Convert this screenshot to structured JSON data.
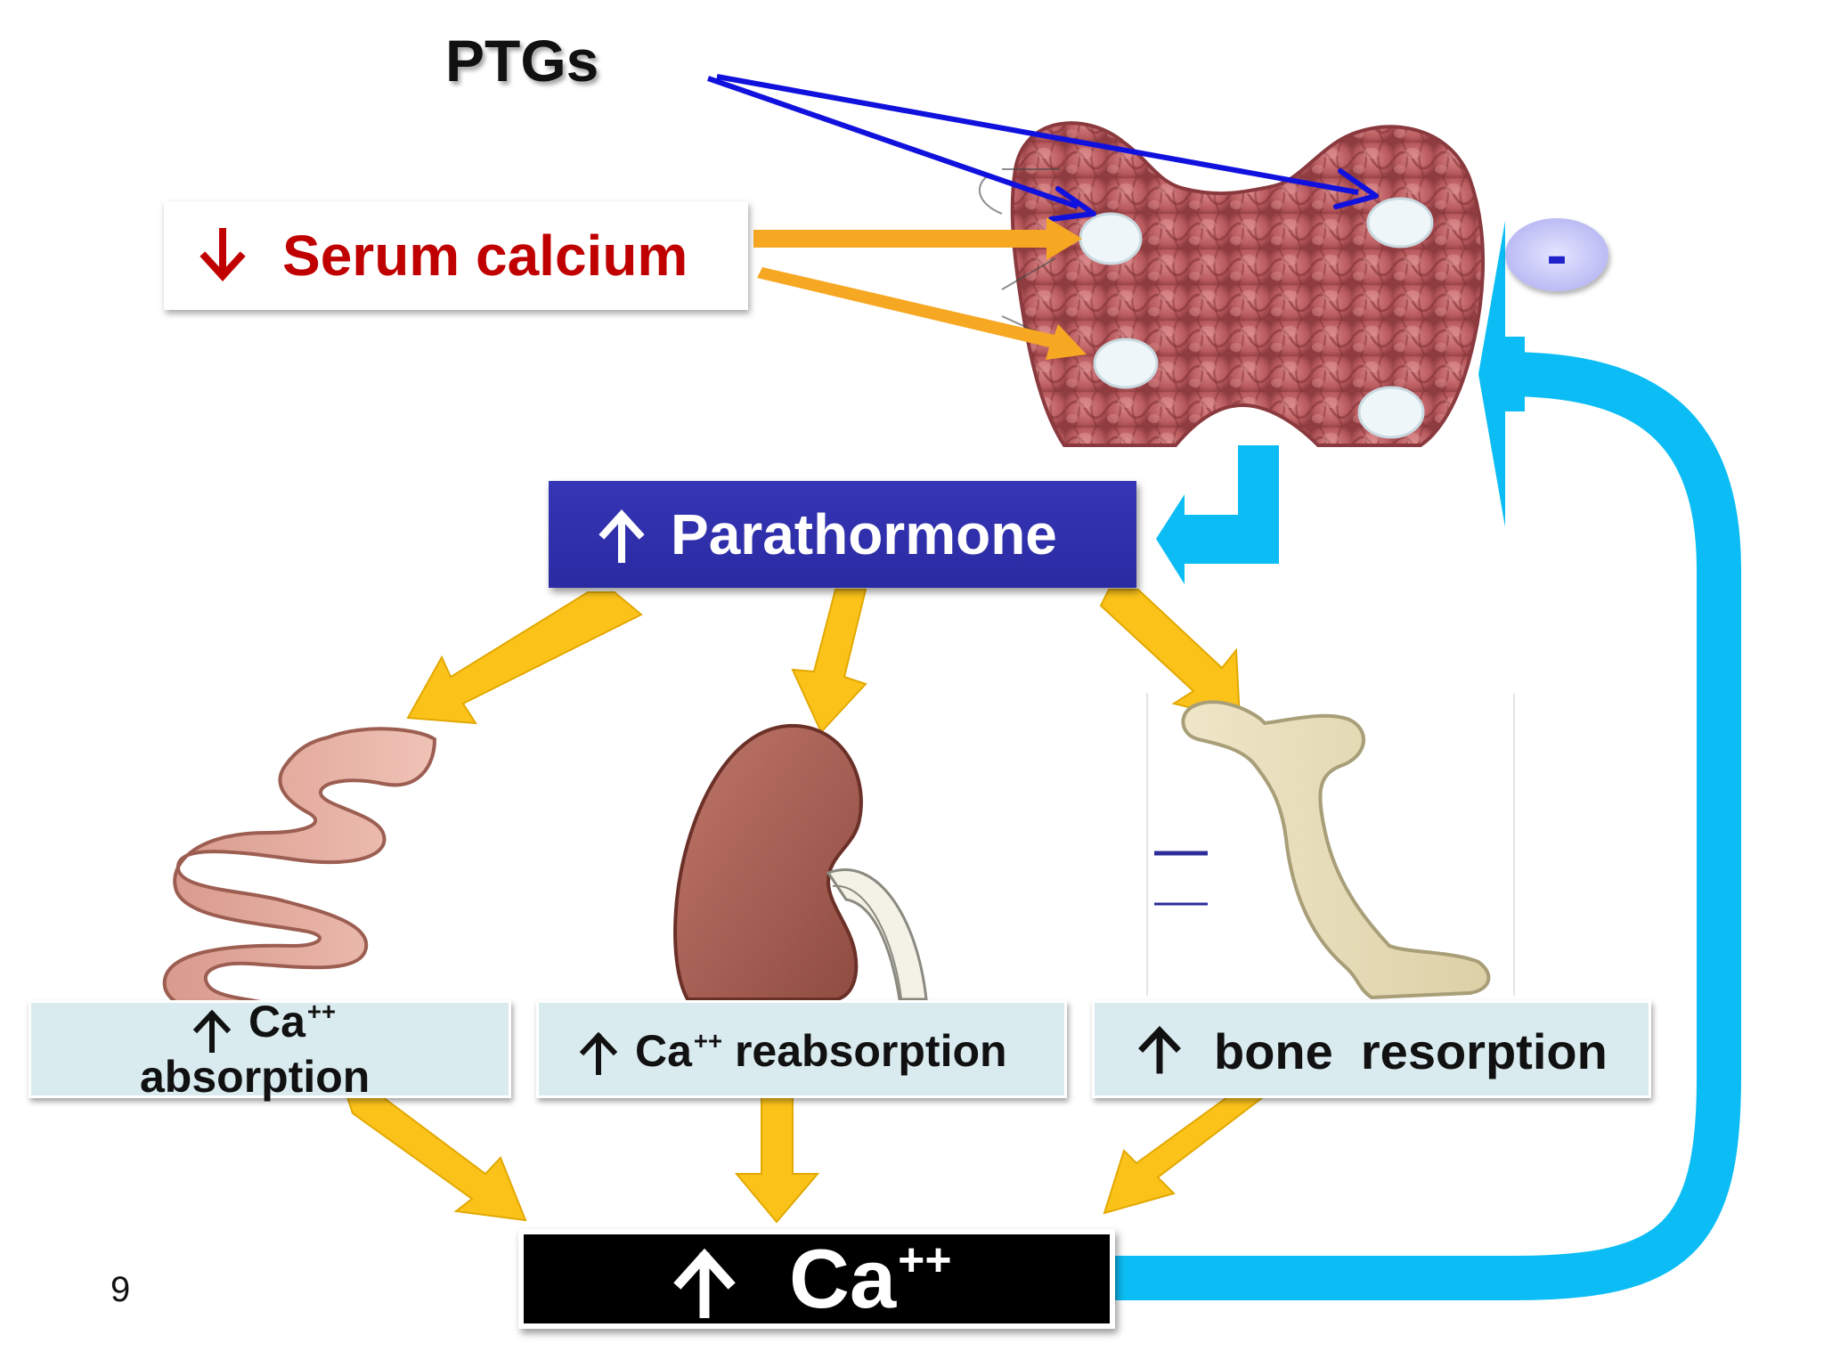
{
  "labels": {
    "ptgs": "PTGs",
    "serum_calcium": "Serum calcium",
    "parathormone": "Parathormone",
    "intestine_ca": "Ca",
    "intestine_sup": "++",
    "intestine_rest": "absorption",
    "kidney_ca": "Ca",
    "kidney_sup": "++",
    "kidney_rest": "reabsorption",
    "bone_text": "bone  resorption",
    "result_ca": "Ca",
    "result_sup": "++",
    "feedback_sign": "-",
    "slide_number": "9"
  },
  "colors": {
    "serum_red": "#c00000",
    "parathormone_box": "#2e2ea8",
    "effect_box": "#daebf0",
    "orange_arrow": "#f7a823",
    "yellow_arrow": "#fbc31a",
    "feedback_blue": "#0bbdf4",
    "ptg_arrow_blue": "#1111dd",
    "gland": "#c9676a",
    "parathyroid_dot": "#eef6fa"
  },
  "icons": {
    "decrease": "down-arrow-icon",
    "increase": "up-arrow-icon"
  }
}
